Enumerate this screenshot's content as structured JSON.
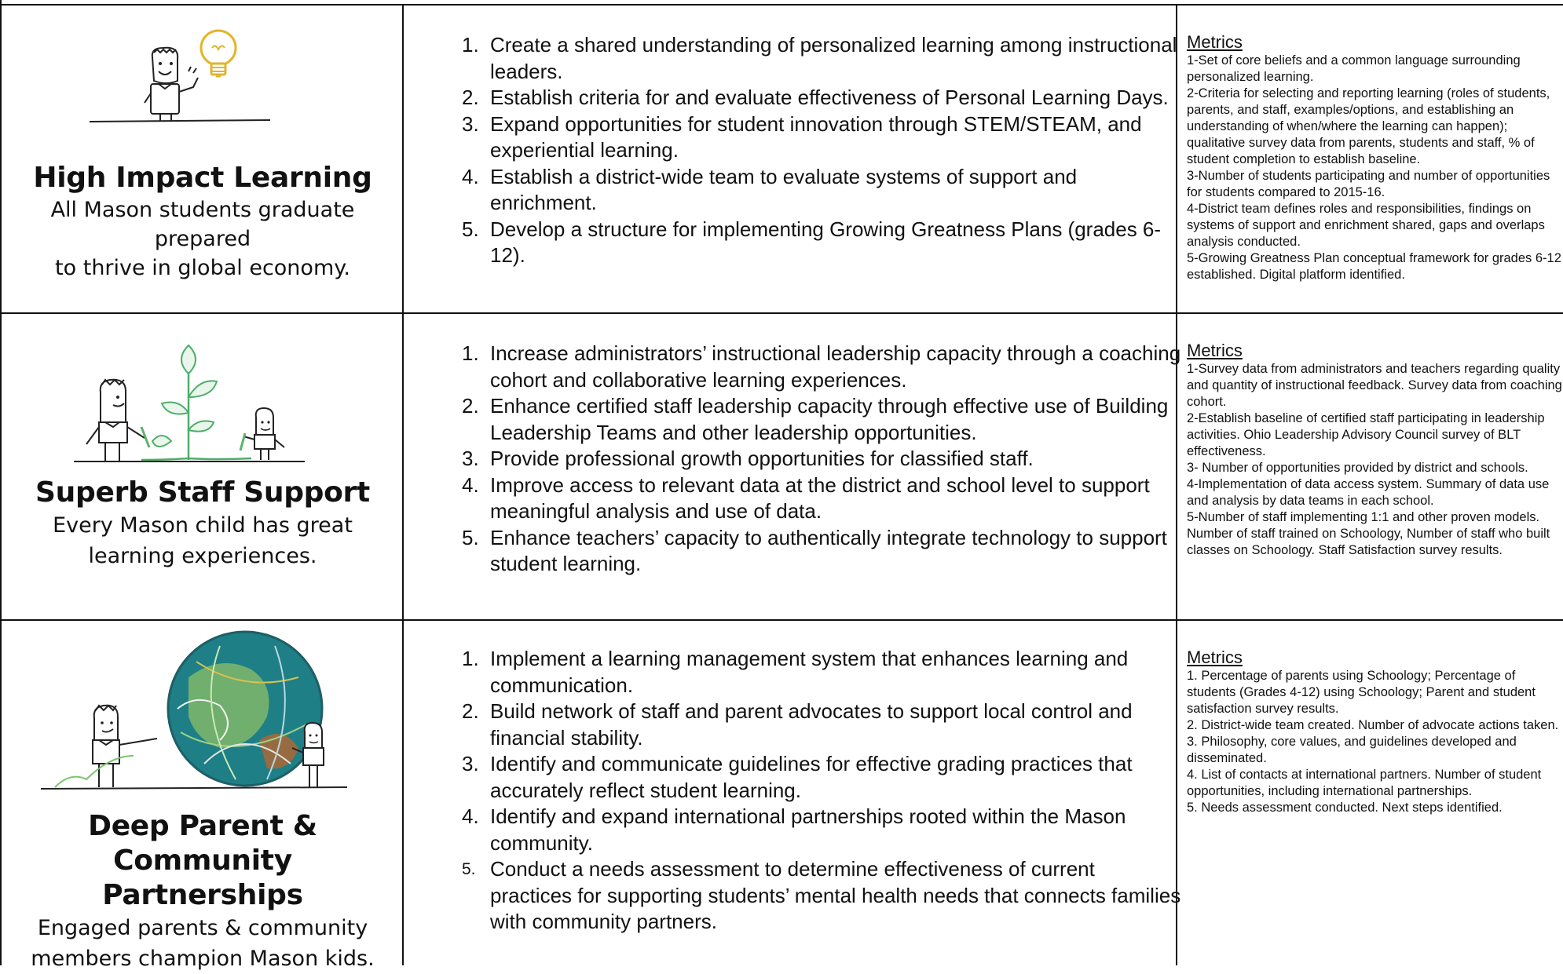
{
  "rows": [
    {
      "pillar": {
        "title_lines": [
          "High Impact Learning"
        ],
        "tagline_lines": [
          "All Mason students graduate prepared",
          "to thrive in global economy."
        ]
      },
      "goals": [
        {
          "num": "1.",
          "text": "Create a shared understanding of personalized learning among instructional leaders."
        },
        {
          "num": "2.",
          "text": "Establish criteria for and evaluate effectiveness of Personal Learning Days."
        },
        {
          "num": "3.",
          "text": "Expand opportunities for student innovation through STEM/STEAM, and experiential learning."
        },
        {
          "num": "4.",
          "text": "Establish a district-wide team to evaluate systems of support and enrichment."
        },
        {
          "num": "5.",
          "text": "Develop a structure for implementing Growing Greatness Plans (grades 6-12)."
        }
      ],
      "metrics": {
        "heading": "Metrics",
        "items": [
          "1-Set of core beliefs and a common language surrounding personalized learning.",
          "2-Criteria for selecting and reporting learning (roles of students, parents, and staff, examples/options, and establishing an understanding of when/where the learning can happen); qualitative survey data from parents, students and staff, % of student completion to establish baseline.",
          "3-Number of students participating and number of opportunities for students compared to 2015-16.",
          "4-District team defines roles and responsibilities, findings on systems of support and enrichment shared, gaps and overlaps analysis conducted.",
          "5-Growing Greatness Plan conceptual framework for grades 6-12 established. Digital platform identified."
        ]
      }
    },
    {
      "pillar": {
        "title_lines": [
          "Superb Staff Support"
        ],
        "tagline_lines": [
          "Every Mason child has great",
          "learning experiences."
        ]
      },
      "goals": [
        {
          "num": "1.",
          "text": "Increase administrators’ instructional leadership capacity through a coaching cohort and collaborative learning experiences."
        },
        {
          "num": "2.",
          "text": "Enhance certified staff leadership capacity through effective use of Building Leadership Teams and other leadership opportunities."
        },
        {
          "num": "3.",
          "text": "Provide professional growth opportunities for classified staff."
        },
        {
          "num": "4.",
          "text": "Improve access to relevant data at the district and school level to support meaningful analysis and use of data."
        },
        {
          "num": "5.",
          "text": "Enhance teachers’ capacity to authentically integrate technology to support student learning."
        }
      ],
      "metrics": {
        "heading": "Metrics",
        "items": [
          "1-Survey data from administrators and teachers regarding quality and quantity of instructional feedback. Survey data from coaching cohort.",
          "2-Establish baseline of certified staff participating in leadership activities. Ohio Leadership Advisory Council survey of BLT effectiveness.",
          "3- Number of opportunities provided by district and schools.",
          "4-Implementation of data access system. Summary of data use and analysis by data teams in each school.",
          "5-Number of staff implementing 1:1 and other proven models. Number of staff trained on Schoology, Number of staff who built classes on Schoology. Staff Satisfaction survey results."
        ]
      }
    },
    {
      "pillar": {
        "title_lines": [
          "Deep Parent & Community",
          "Partnerships"
        ],
        "tagline_lines": [
          "Engaged parents & community",
          "members champion Mason kids."
        ]
      },
      "goals": [
        {
          "num": "1.",
          "text": "Implement a learning management system that enhances learning and communication."
        },
        {
          "num": "2.",
          "text": "Build network of staff and parent advocates to support local control and financial stability."
        },
        {
          "num": "3.",
          "text": "Identify and communicate guidelines for effective grading practices that accurately reflect student learning."
        },
        {
          "num": "4.",
          "text": "Identify and expand international partnerships rooted within the Mason community."
        },
        {
          "num": "5.",
          "text": "Conduct a needs assessment to determine effectiveness of current practices for supporting students’ mental health needs that connects families with community partners."
        }
      ],
      "metrics": {
        "heading": "Metrics",
        "items": [
          "1. Percentage of parents using Schoology; Percentage of students (Grades 4-12) using Schoology; Parent and student satisfaction survey results.",
          "2. District-wide team created. Number of advocate actions taken.",
          "3. Philosophy, core values, and guidelines developed and disseminated.",
          "4. List of contacts at international partners. Number of student opportunities, including international partnerships.",
          "5. Needs assessment conducted. Next steps identified."
        ]
      }
    }
  ]
}
